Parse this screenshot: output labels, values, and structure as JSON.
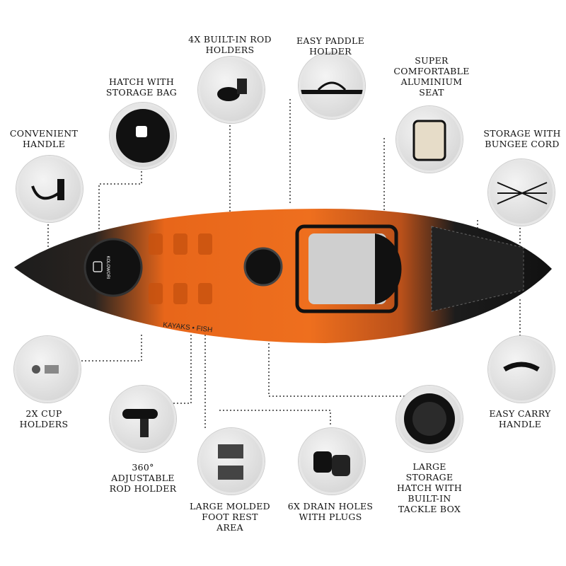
{
  "features": {
    "rod_holders": [
      "4X BUILT-IN ROD",
      "HOLDERS"
    ],
    "paddle_holder": [
      "EASY PADDLE",
      "HOLDER"
    ],
    "seat": [
      "SUPER",
      "COMFORTABLE",
      "ALUMINIUM",
      "SEAT"
    ],
    "hatch_bag": [
      "HATCH WITH",
      "STORAGE BAG"
    ],
    "convenient_handle": [
      "CONVENIENT",
      "HANDLE"
    ],
    "bungee": [
      "STORAGE WITH",
      "BUNGEE CORD"
    ],
    "cup_holders": [
      "2X CUP",
      "HOLDERS"
    ],
    "adjustable_rod": [
      "360°",
      "ADJUSTABLE",
      "ROD HOLDER"
    ],
    "foot_rest": [
      "LARGE MOLDED",
      "FOOT REST",
      "AREA"
    ],
    "drain_holes": [
      "6X DRAIN HOLES",
      "WITH PLUGS"
    ],
    "large_hatch": [
      "LARGE",
      "STORAGE",
      "HATCH WITH",
      "BUILT-IN",
      "TACKLE BOX"
    ],
    "carry_handle": [
      "EASY CARRY",
      "HANDLE"
    ]
  },
  "kayak": {
    "side_text": "KAYAKS • FISH",
    "brand_text": "KOLOWORI"
  },
  "colors": {
    "orange": "#e8661a",
    "black": "#1c1c1c",
    "gray": "#d8d8d8"
  }
}
